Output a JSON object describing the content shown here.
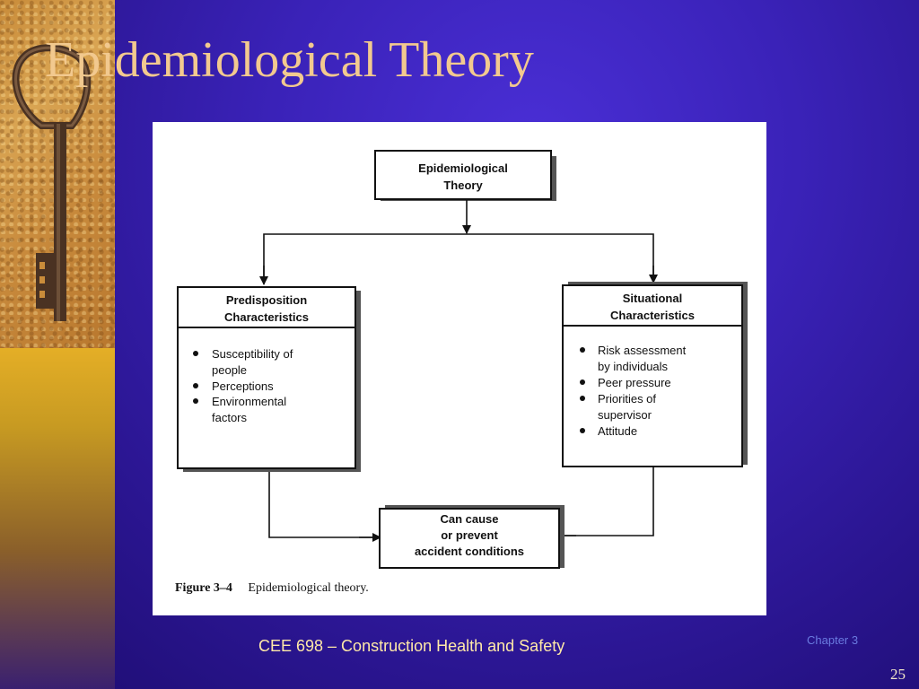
{
  "slide": {
    "title": "Epidemiological Theory",
    "footer": "CEE 698 – Construction Health and Safety",
    "chapter": "Chapter 3",
    "page_number": "25"
  },
  "diagram": {
    "top": {
      "line1": "Epidemiological",
      "line2": "Theory"
    },
    "left": {
      "heading1": "Predisposition",
      "heading2": "Characteristics",
      "items": [
        {
          "lines": [
            "Susceptibility of",
            "people"
          ]
        },
        {
          "lines": [
            "Perceptions"
          ]
        },
        {
          "lines": [
            "Environmental",
            "factors"
          ]
        }
      ]
    },
    "right": {
      "heading1": "Situational",
      "heading2": "Characteristics",
      "items": [
        {
          "lines": [
            "Risk assessment",
            "by individuals"
          ]
        },
        {
          "lines": [
            "Peer pressure"
          ]
        },
        {
          "lines": [
            "Priorities of",
            "supervisor"
          ]
        },
        {
          "lines": [
            "Attitude"
          ]
        }
      ]
    },
    "bottom": {
      "line1": "Can cause",
      "line2": "or prevent",
      "line3": "accident conditions"
    },
    "caption_label": "Figure 3–4",
    "caption_text": "Epidemiological theory."
  },
  "colors": {
    "background": "#2d1a9a",
    "title": "#f2c98f",
    "footer_text": "#ffe9a8",
    "chapter_text": "#6a7be0"
  }
}
